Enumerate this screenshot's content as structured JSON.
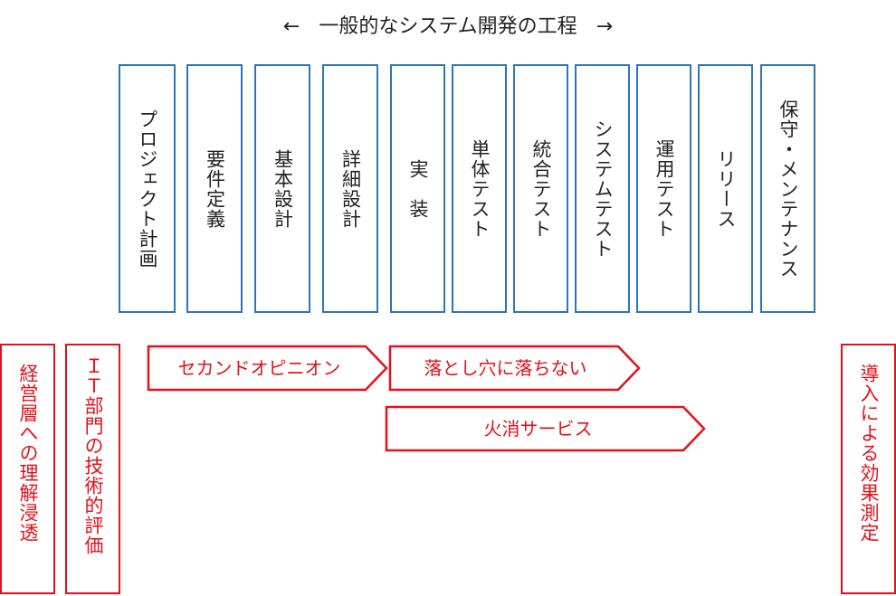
{
  "title": {
    "left_arrow": "←",
    "text": "一般的なシステム開発の工程",
    "right_arrow": "→"
  },
  "phases": [
    "プロジェクト計画",
    "要件定義",
    "基本設計",
    "詳細設計",
    "実　装",
    "単体テスト",
    "統合テスト",
    "システムテスト",
    "運用テスト",
    "リリース",
    "保守・メンテナンス"
  ],
  "services": {
    "left1": "経営層への理解浸透",
    "left2": "ＩＴ部門の技術的評価",
    "right": "導入による効果測定",
    "second_opinion": "セカンドオピニオン",
    "pitfall": "落とし穴に落ちない",
    "firefighting": "火消サービス"
  },
  "colors": {
    "phase_border": "#2E75B6",
    "service": "#E3101A"
  }
}
